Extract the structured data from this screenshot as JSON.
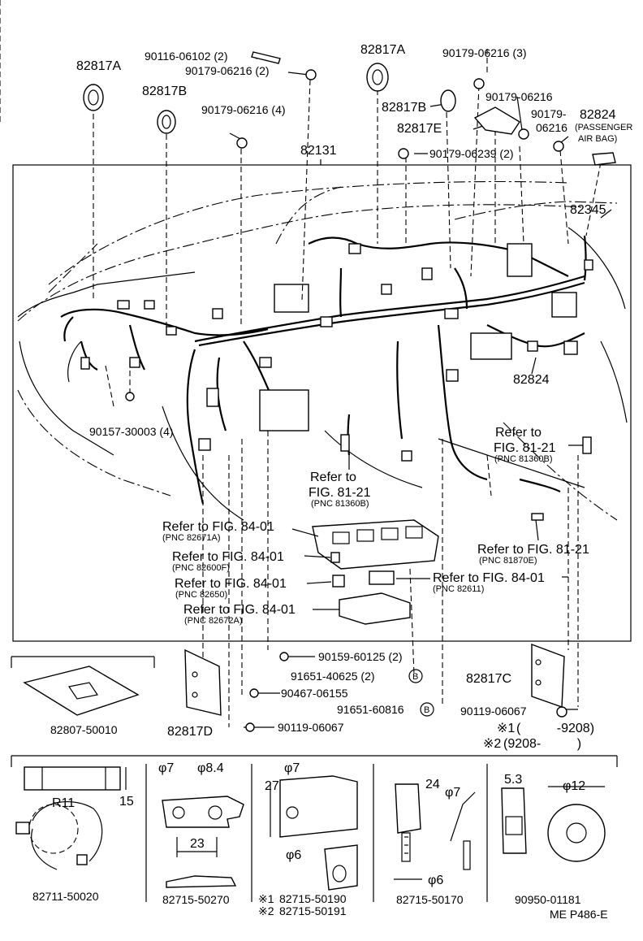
{
  "labels": {
    "p82817a_left": "82817A",
    "p82817b_left": "82817B",
    "p90116": "90116-06102 (2)",
    "p90179_2": "90179-06216 (2)",
    "p90179_4": "90179-06216 (4)",
    "p82817a_mid": "82817A",
    "p90179_3": "90179-06216 (3)",
    "p82817b_mid": "82817B",
    "p82817e": "82817E",
    "p90179_r": "90179-06216",
    "p90179_06216a": "90179-",
    "p90179_06216b": "06216",
    "p82824_top": "82824",
    "passenger": "(PASSENGER",
    "airbag": "AIR BAG)",
    "p82131": "82131",
    "p90179_06239": "90179-06239 (2)",
    "p82345": "82345",
    "p82824_mid": "82824",
    "p90157": "90157-30003 (4)",
    "refer_right_a": "Refer to",
    "refer_right_b": "FIG. 81-21",
    "refer_right_pnc": "(PNC 81360B)",
    "refer_mid_a": "Refer to",
    "refer_mid_b": "FIG. 81-21",
    "refer_mid_pnc": "(PNC 81360B)",
    "ref84_1": "Refer to FIG. 84-01",
    "ref84_1_pnc": "(PNC 82671A)",
    "ref84_2": "Refer to FIG. 84-01",
    "ref84_2_pnc": "(PNC 82600F)",
    "ref84_3": "Refer to FIG. 84-01",
    "ref84_3_pnc": "(PNC 82650)",
    "ref84_4": "Refer to FIG. 84-01",
    "ref84_4_pnc": "(PNC 82672A)",
    "ref81_low": "Refer to FIG. 81-21",
    "ref81_low_pnc": "(PNC 81870E)",
    "ref84_r": "Refer to FIG. 84-01",
    "ref84_r_pnc": "(PNC 82611)",
    "p90159": "90159-60125 (2)",
    "p91651_40625": "91651-40625 (2)",
    "circleB": "B",
    "p90467": "90467-06155",
    "p91651_60816": "91651-60816",
    "p90119_a": "90119-06067",
    "p90119_b": "90119-06067",
    "p82817c": "82817C",
    "p82807": "82807-50010",
    "p82817d": "82817D",
    "note1_mark": "※1",
    "note1_text": "(          -9208)",
    "note2_mark": "※2",
    "note2_text": "(9208-          )",
    "r11": "R11",
    "dim15": "15",
    "p82711": "82711-50020",
    "phi7_a": "φ7",
    "phi84": "φ8.4",
    "dim23": "23",
    "p82715_50270": "82715-50270",
    "phi7_b": "φ7",
    "dim27": "27",
    "phi6_a": "φ6",
    "p82715_50190": "82715-50190",
    "p82715_50191": "82715-50191",
    "mark1": "※1",
    "mark2": "※2",
    "dim24": "24",
    "phi7_c": "φ7",
    "phi6_b": "φ6",
    "p82715_50170": "82715-50170",
    "dim53": "5.3",
    "phi12": "φ12",
    "p90950": "90950-01181",
    "code": "ME P486-E"
  }
}
